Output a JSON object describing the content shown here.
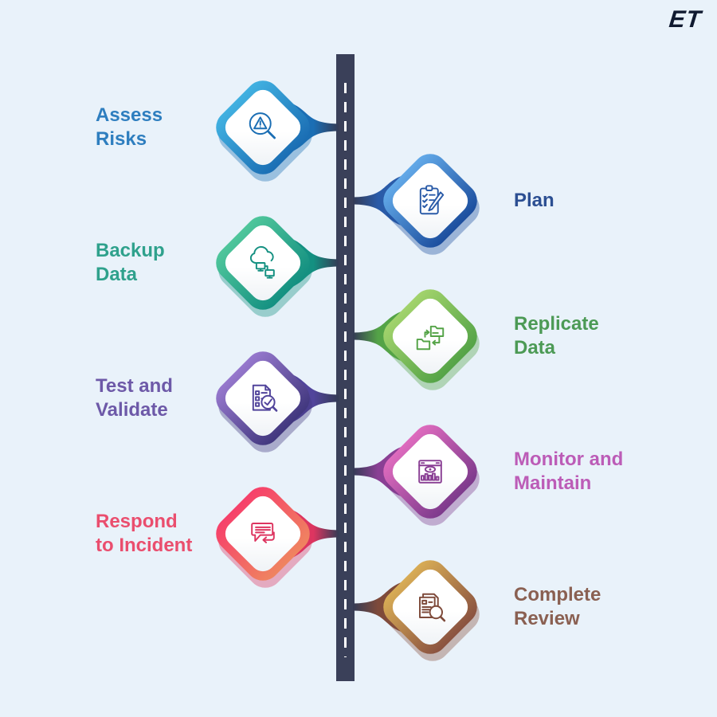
{
  "page": {
    "background": "#E9F2FA"
  },
  "logo": {
    "text": "ET",
    "color": "#101A30"
  },
  "road": {
    "color": "#3A4059",
    "dash_color": "#FFFFFF",
    "connector_end": "#343B55"
  },
  "items": [
    {
      "label": "Assess\nRisks",
      "side": "left",
      "icon": "warning-magnifier-icon",
      "colors": {
        "light": "#41B1E1",
        "dark": "#1B6EB4",
        "deep": "#1B6EB4",
        "shadow": "rgba(27,110,180,0.38)",
        "label": "#2E7EBF"
      }
    },
    {
      "label": "Plan",
      "side": "right",
      "icon": "clipboard-checklist-icon",
      "colors": {
        "light": "#62A9E8",
        "dark": "#1C4E9E",
        "deep": "#2A5BA8",
        "shadow": "rgba(28,78,158,0.38)",
        "label": "#2C4F92"
      }
    },
    {
      "label": "Backup\nData",
      "side": "left",
      "icon": "cloud-backup-icon",
      "colors": {
        "light": "#4FC69B",
        "dark": "#149081",
        "deep": "#149081",
        "shadow": "rgba(20,144,129,0.38)",
        "label": "#2FA18C"
      }
    },
    {
      "label": "Replicate\nData",
      "side": "right",
      "icon": "folder-sync-icon",
      "colors": {
        "light": "#A2D36C",
        "dark": "#54A347",
        "deep": "#54A347",
        "shadow": "rgba(84,163,71,0.38)",
        "label": "#4C9A55"
      }
    },
    {
      "label": "Test and\nValidate",
      "side": "left",
      "icon": "document-verify-icon",
      "colors": {
        "light": "#9678CD",
        "dark": "#41377E",
        "deep": "#51449B",
        "shadow": "rgba(65,55,126,0.38)",
        "label": "#6D59A8"
      }
    },
    {
      "label": "Monitor and\nMaintain",
      "side": "right",
      "icon": "dashboard-eye-icon",
      "colors": {
        "light": "#DE6BBE",
        "dark": "#7D3A8C",
        "deep": "#8A3F94",
        "shadow": "rgba(125,58,140,0.38)",
        "label": "#BC5CB7"
      }
    },
    {
      "label": "Respond\nto Incident",
      "side": "left",
      "icon": "chat-reply-icon",
      "colors": {
        "light": "#F6406A",
        "dark": "#EF8460",
        "deep": "#DD3560",
        "shadow": "rgba(221,53,96,0.38)",
        "label": "#EA4E6E"
      }
    },
    {
      "label": "Complete\nReview",
      "side": "right",
      "icon": "document-search-icon",
      "colors": {
        "light": "#D8AC55",
        "dark": "#8A5240",
        "deep": "#7E4A3A",
        "shadow": "rgba(138,82,64,0.38)",
        "label": "#8A6052"
      }
    }
  ]
}
